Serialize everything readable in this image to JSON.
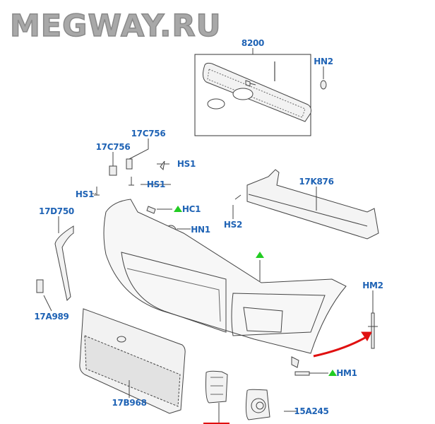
{
  "watermark": "MEGWAY.RU",
  "colors": {
    "label": "#1f63b5",
    "marker": "#22cc22",
    "arrow": "#e01010",
    "line": "#333333"
  },
  "callouts": {
    "grille_upper": "8200",
    "nut_hn2": "HN2",
    "clip_17c756_a": "17C756",
    "clip_17c756_b": "17C756",
    "screw_hs1_a": "HS1",
    "screw_hs1_b": "HS1",
    "screw_hs1_c": "HS1",
    "reinforcement": "17K876",
    "clip_hc1": "HC1",
    "nut_hn1": "HN1",
    "screw_hs2": "HS2",
    "bracket_17d750": "17D750",
    "rivet_hm2": "HM2",
    "cover_17a989": "17A989",
    "insert_hm1": "HM1",
    "grille_lower": "17B968",
    "fog_bezel": "15A245"
  }
}
